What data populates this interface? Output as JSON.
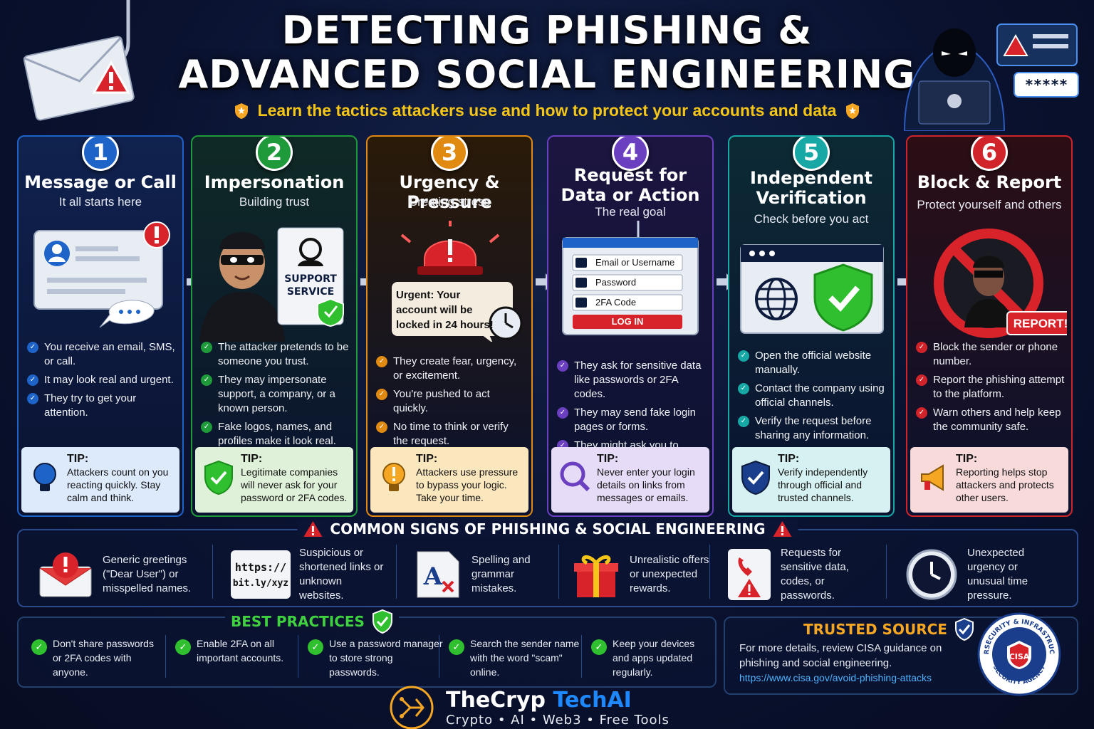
{
  "header": {
    "title_line1": "DETECTING PHISHING &",
    "title_line2": "ADVANCED SOCIAL ENGINEERING",
    "subtitle": "Learn the tactics attackers use and how to protect your accounts and data"
  },
  "deco": {
    "password_mask": "*****"
  },
  "steps": [
    {
      "number": "1",
      "title": "Message or Call",
      "subtitle": "It all starts here",
      "bullets": [
        "You receive an email, SMS, or call.",
        "It may look real and urgent.",
        "They try to get your attention."
      ],
      "tip_label": "TIP:",
      "tip_text": "Attackers count on you reacting quickly. Stay calm and think.",
      "color": "#1e63c8"
    },
    {
      "number": "2",
      "title": "Impersonation",
      "subtitle": "Building trust",
      "badge_text": "SUPPORT SERVICE",
      "bullets": [
        "The attacker pretends to be someone you trust.",
        "They may impersonate support, a company, or a known person.",
        "Fake logos, names, and profiles make it look real."
      ],
      "tip_label": "TIP:",
      "tip_text": "Legitimate companies will never ask for your password or 2FA codes.",
      "color": "#1f9a3a"
    },
    {
      "number": "3",
      "title": "Urgency & Pressure",
      "subtitle": "Creating stress",
      "bubble_text": "Urgent: Your account will be locked in 24 hours!",
      "bullets": [
        "They create fear, urgency, or excitement.",
        "You're pushed to act quickly.",
        "No time to think or verify the request."
      ],
      "tip_label": "TIP:",
      "tip_text": "Attackers use pressure to bypass your logic. Take your time.",
      "color": "#e08a12"
    },
    {
      "number": "4",
      "title": "Request for Data or Action",
      "subtitle": "The real goal",
      "form": {
        "field1": "Email or Username",
        "field2": "Password",
        "field3": "2FA Code",
        "button": "LOG IN"
      },
      "bullets": [
        "They ask for sensitive data like passwords or 2FA codes.",
        "They may send fake login pages or forms.",
        "They might ask you to install apps or send money."
      ],
      "tip_label": "TIP:",
      "tip_text": "Never enter your login details on links from messages or emails.",
      "color": "#6a3fc0"
    },
    {
      "number": "5",
      "title": "Independent Verification",
      "subtitle": "Check before you act",
      "bullets": [
        "Open the official website manually.",
        "Contact the company using official channels.",
        "Verify the request before sharing any information."
      ],
      "tip_label": "TIP:",
      "tip_text": "Verify independently through official and trusted channels.",
      "color": "#17a7a5"
    },
    {
      "number": "6",
      "title": "Block & Report",
      "subtitle": "Protect yourself and others",
      "report_label": "REPORT!",
      "bullets": [
        "Block the sender or phone number.",
        "Report the phishing attempt to the platform.",
        "Warn others and help keep the community safe."
      ],
      "tip_label": "TIP:",
      "tip_text": "Reporting helps stop attackers and protects other users.",
      "color": "#d0242a"
    }
  ],
  "signs": {
    "title": "COMMON SIGNS OF PHISHING & SOCIAL ENGINEERING",
    "items": [
      {
        "text": "Generic greetings (\"Dear User\") or misspelled names.",
        "icon": "warning-envelope-icon"
      },
      {
        "text": "Suspicious or shortened links or unknown websites.",
        "icon": "link-icon",
        "link_line1": "https://",
        "link_line2": "bit.ly/xyz"
      },
      {
        "text": "Spelling and grammar mistakes.",
        "icon": "spelling-icon",
        "glyph": "A"
      },
      {
        "text": "Unrealistic offers or unexpected rewards.",
        "icon": "gift-icon"
      },
      {
        "text": "Requests for sensitive data, codes, or passwords.",
        "icon": "phone-warning-icon"
      },
      {
        "text": "Unexpected urgency or unusual time pressure.",
        "icon": "clock-icon"
      }
    ]
  },
  "best_practices": {
    "title": "BEST PRACTICES",
    "items": [
      "Don't share passwords or 2FA codes with anyone.",
      "Enable 2FA on all important accounts.",
      "Use a password manager to store strong passwords.",
      "Search the sender name with the word \"scam\" online.",
      "Keep your devices and apps updated regularly."
    ]
  },
  "trusted_source": {
    "title": "TRUSTED SOURCE",
    "text": "For more details, review CISA guidance on phishing and social engineering.",
    "link": "https://www.cisa.gov/avoid-phishing-attacks",
    "seal_top": "CYBERSECURITY & INFRASTRUCTURE",
    "seal_bottom": "SECURITY AGENCY",
    "seal_center": "CISA"
  },
  "brand": {
    "name_part1": "TheCryp",
    "name_part2": "TechAI",
    "tagline": "Crypto • AI • Web3 • Free Tools"
  }
}
